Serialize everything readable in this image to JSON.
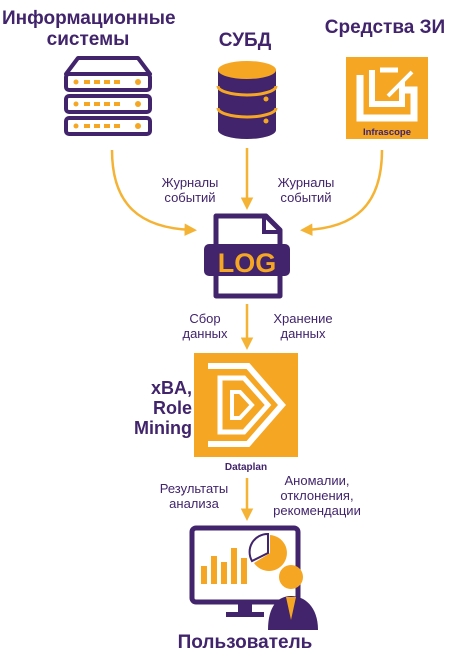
{
  "titles": {
    "info_systems": "Информационные\nсистемы",
    "dbms": "СУБД",
    "security_tools": "Средства ЗИ",
    "xba": "xBA,\nRole\nMining",
    "user": "Пользователь"
  },
  "labels": {
    "event_logs_left": "Журналы\nсобытий",
    "event_logs_right": "Журналы\nсобытий",
    "data_collection": "Сбор\nданных",
    "data_storage": "Хранение\nданных",
    "analysis_results": "Результаты\nанализа",
    "anomalies": "Аномалии,\nотклонения,\nрекомендации"
  },
  "logos": {
    "infrascope": "Infrascope",
    "log": "LOG",
    "dataplan": "Dataplan"
  },
  "colors": {
    "purple": "#41246b",
    "orange": "#f5a623",
    "arrow": "#f5b335"
  },
  "icons": {
    "servers": "server-rack-icon",
    "database": "database-icon",
    "infrascope": "infrascope-logo-icon",
    "log_file": "log-file-icon",
    "dataplan": "dataplan-logo-icon",
    "analyst": "analyst-monitor-icon"
  }
}
